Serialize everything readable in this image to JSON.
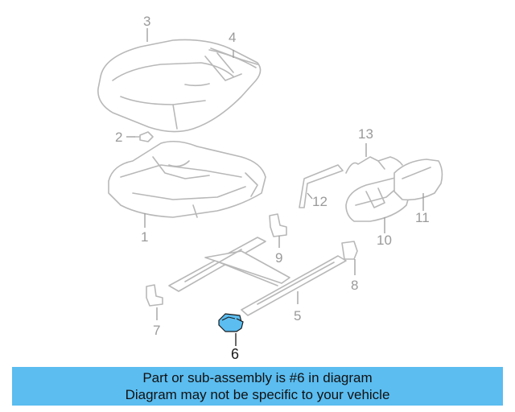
{
  "callouts": {
    "c1": "1",
    "c2": "2",
    "c3": "3",
    "c4": "4",
    "c5": "5",
    "c6": "6",
    "c7": "7",
    "c8": "8",
    "c9": "9",
    "c10": "10",
    "c11": "11",
    "c12": "12",
    "c13": "13"
  },
  "banner": {
    "line1": "Part or sub-assembly is #6 in diagram",
    "line2": "Diagram may not be specific to your vehicle"
  },
  "colors": {
    "highlight": "#5bbdf0",
    "outline": "#b8b8b8",
    "banner": "#5bbdf0"
  }
}
